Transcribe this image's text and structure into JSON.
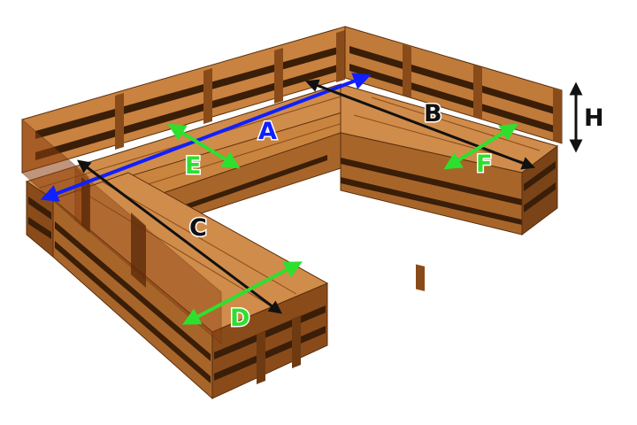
{
  "colors": {
    "wood_light": "#d28f4e",
    "wood_top": "#c9833f",
    "wood_side": "#a8652a",
    "wood_dark": "#7a4418",
    "wood_edge": "#5a2f0d",
    "gap": "#3a1e08",
    "backrest_panel": "#8b3f12",
    "blue_line": "#1020ff",
    "green_line": "#2ee02e",
    "black_line": "#111111",
    "label_dark": "#111111"
  },
  "dimension_labels": {
    "a": "A",
    "b": "B",
    "c": "C",
    "d": "D",
    "e": "E",
    "f": "F",
    "h": "H"
  }
}
